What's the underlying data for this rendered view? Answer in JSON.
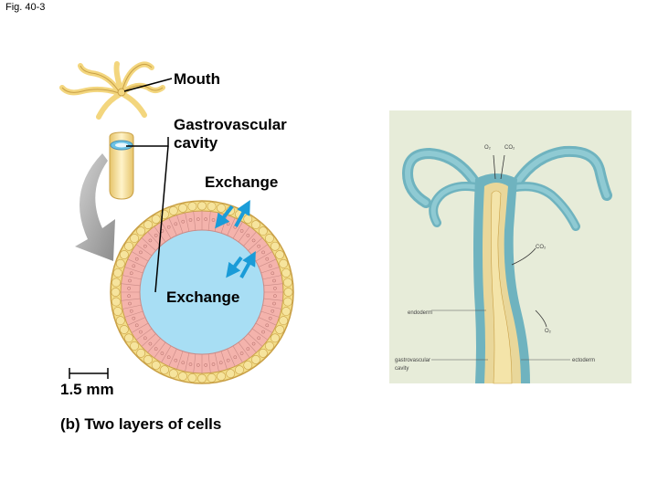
{
  "figure_label": "Fig. 40-3",
  "left_panel": {
    "labels": {
      "mouth": "Mouth",
      "gastrovascular_line1": "Gastrovascular",
      "gastrovascular_line2": "cavity",
      "exchange_outer": "Exchange",
      "exchange_inner": "Exchange",
      "scale": "1.5 mm",
      "caption": "(b) Two layers of cells"
    }
  },
  "right_panel": {
    "labels": {
      "o2_top": "O₂",
      "co2_top": "CO₂",
      "co2_side": "CO₂",
      "o2_side": "O₂",
      "endoderm": "endoderm",
      "gastro_line1": "gastrovascular",
      "gastro_line2": "cavity",
      "ectoderm": "ectoderm"
    }
  },
  "colors": {
    "cavity": "#a8def4",
    "endoderm": "#f4b3ac",
    "ectoderm": "#f3dd88",
    "arrow": "#1a9cd8",
    "hydra_body": "#e9d79a",
    "hydra_blue": "#6fb3bf",
    "photo_bg": "#e7ecd9",
    "gray_arrow": "#9a9a9a"
  }
}
